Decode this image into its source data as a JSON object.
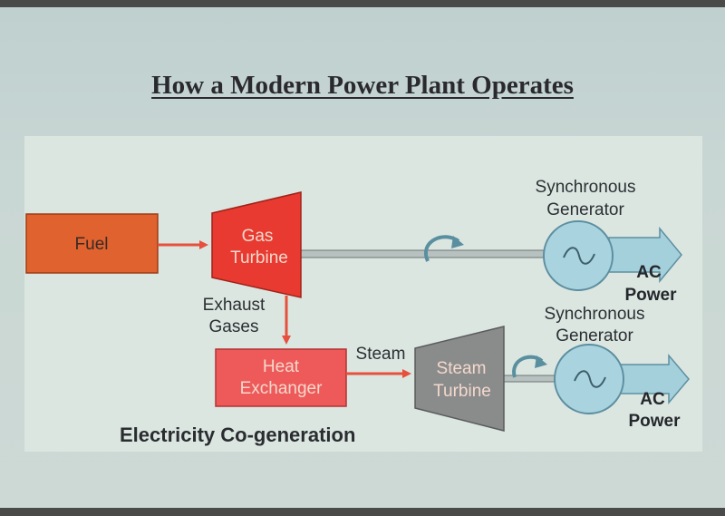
{
  "title": "How a Modern Power Plant Operates",
  "caption": "Electricity Co-generation",
  "nodes": {
    "fuel": "Fuel",
    "gas_turbine": [
      "Gas",
      "Turbine"
    ],
    "heat_exchanger": [
      "Heat",
      "Exchanger"
    ],
    "steam_turbine": [
      "Steam",
      "Turbine"
    ],
    "generator_top": [
      "Synchronous",
      "Generator"
    ],
    "generator_bottom": [
      "Synchronous",
      "Generator"
    ]
  },
  "edges": {
    "exhaust": [
      "Exhaust",
      "Gases"
    ],
    "steam": "Steam",
    "ac_top": [
      "AC",
      "Power"
    ],
    "ac_bottom": [
      "AC",
      "Power"
    ]
  },
  "colors": {
    "fuel": "#e0622e",
    "gas_turbine": "#e83a30",
    "heat_exchanger": "#ee5a5a",
    "steam_turbine": "#8a8c8c",
    "generator": "#a9d3df",
    "arrow_red": "#e6503c",
    "arrow_blue": "#a4d0dc"
  }
}
